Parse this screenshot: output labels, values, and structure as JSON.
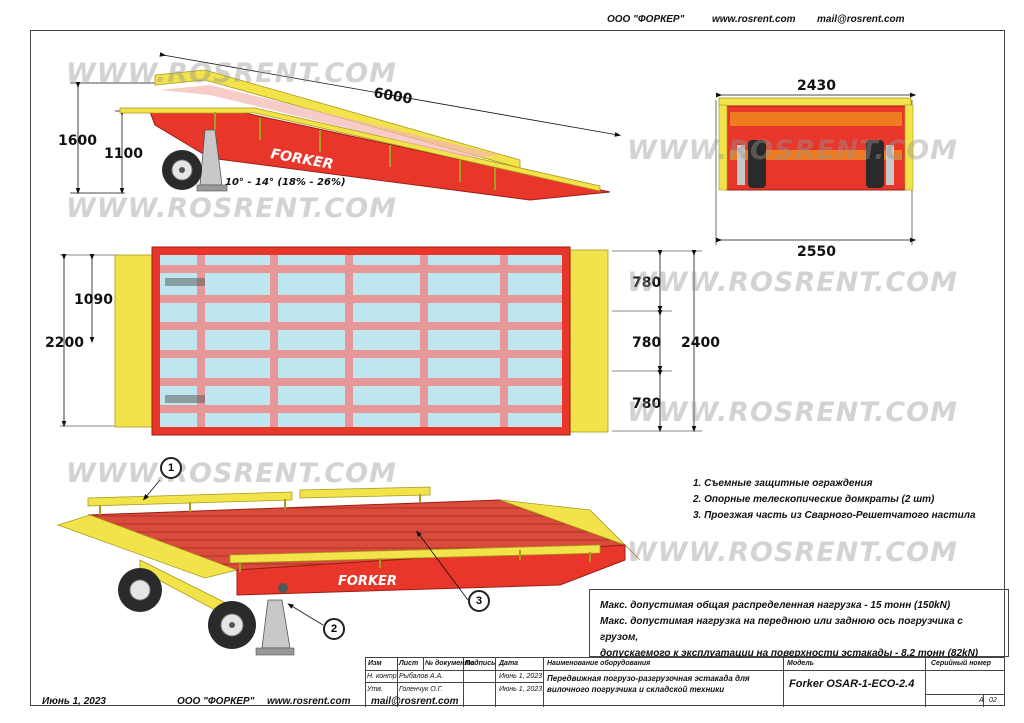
{
  "header": {
    "company": "ООО \"ФОРКЕР\"",
    "website": "www.rosrent.com",
    "email": "mail@rosrent.com"
  },
  "watermark": "WWW.ROSRENT.COM",
  "brand_label": "FORKER",
  "side_view": {
    "length": "6000",
    "height_total": "1600",
    "height_platform": "1100",
    "angle": "10° - 14° (18% - 26%)"
  },
  "front_view": {
    "top_width": "2430",
    "bottom_width": "2550"
  },
  "top_view": {
    "left_total": "2200",
    "left_half": "1090",
    "right_total": "2400",
    "right_segments": [
      "780",
      "780",
      "780"
    ]
  },
  "callouts": [
    "1",
    "2",
    "3"
  ],
  "legend": [
    "1. Съемные защитные ограждения",
    "2. Опорные телескопические домкраты (2 шт)",
    "3. Проезжая часть из Сварного-Решетчатого настила"
  ],
  "spec": {
    "line1": "Макс.  допустимая общая распределенная нагрузка - 15 тонн (150kN)",
    "line2": "Макс.  допустимая  нагрузка на переднюю или заднюю ось погрузчика с грузом,",
    "line3": "допускаемого к эксплуатации на поверхности эстакады - 8.2 тонн (82kN)"
  },
  "title_block": {
    "col_change": "Изм",
    "col_sheet": "Лист",
    "col_docnum": "№ документа",
    "col_sign": "Подпись",
    "col_date": "Дата",
    "row1_label": "Н. контр.",
    "row1_name": "Рыбалов А.А.",
    "row1_date": "Июнь 1, 2023",
    "row2_label": "Утв.",
    "row2_name": "Голенчук О.Г.",
    "row2_date": "Июнь 1, 2023",
    "equipment_header": "Наименование оборудования",
    "equipment_name_1": "Передвижная погрузо-разгрузочная эстакада для",
    "equipment_name_2": "вилочного погрузчика и складской техники",
    "model_header": "Модель",
    "model_value": "Forker OSAR-1-ECO-2.4",
    "serial_header": "Серийный номер",
    "format": "A",
    "sheet_no": "02"
  },
  "footer": {
    "date": "Июнь 1, 2023",
    "company": "ООО \"ФОРКЕР\"",
    "website": "www.rosrent.com",
    "email": "mail@rosrent.com"
  }
}
